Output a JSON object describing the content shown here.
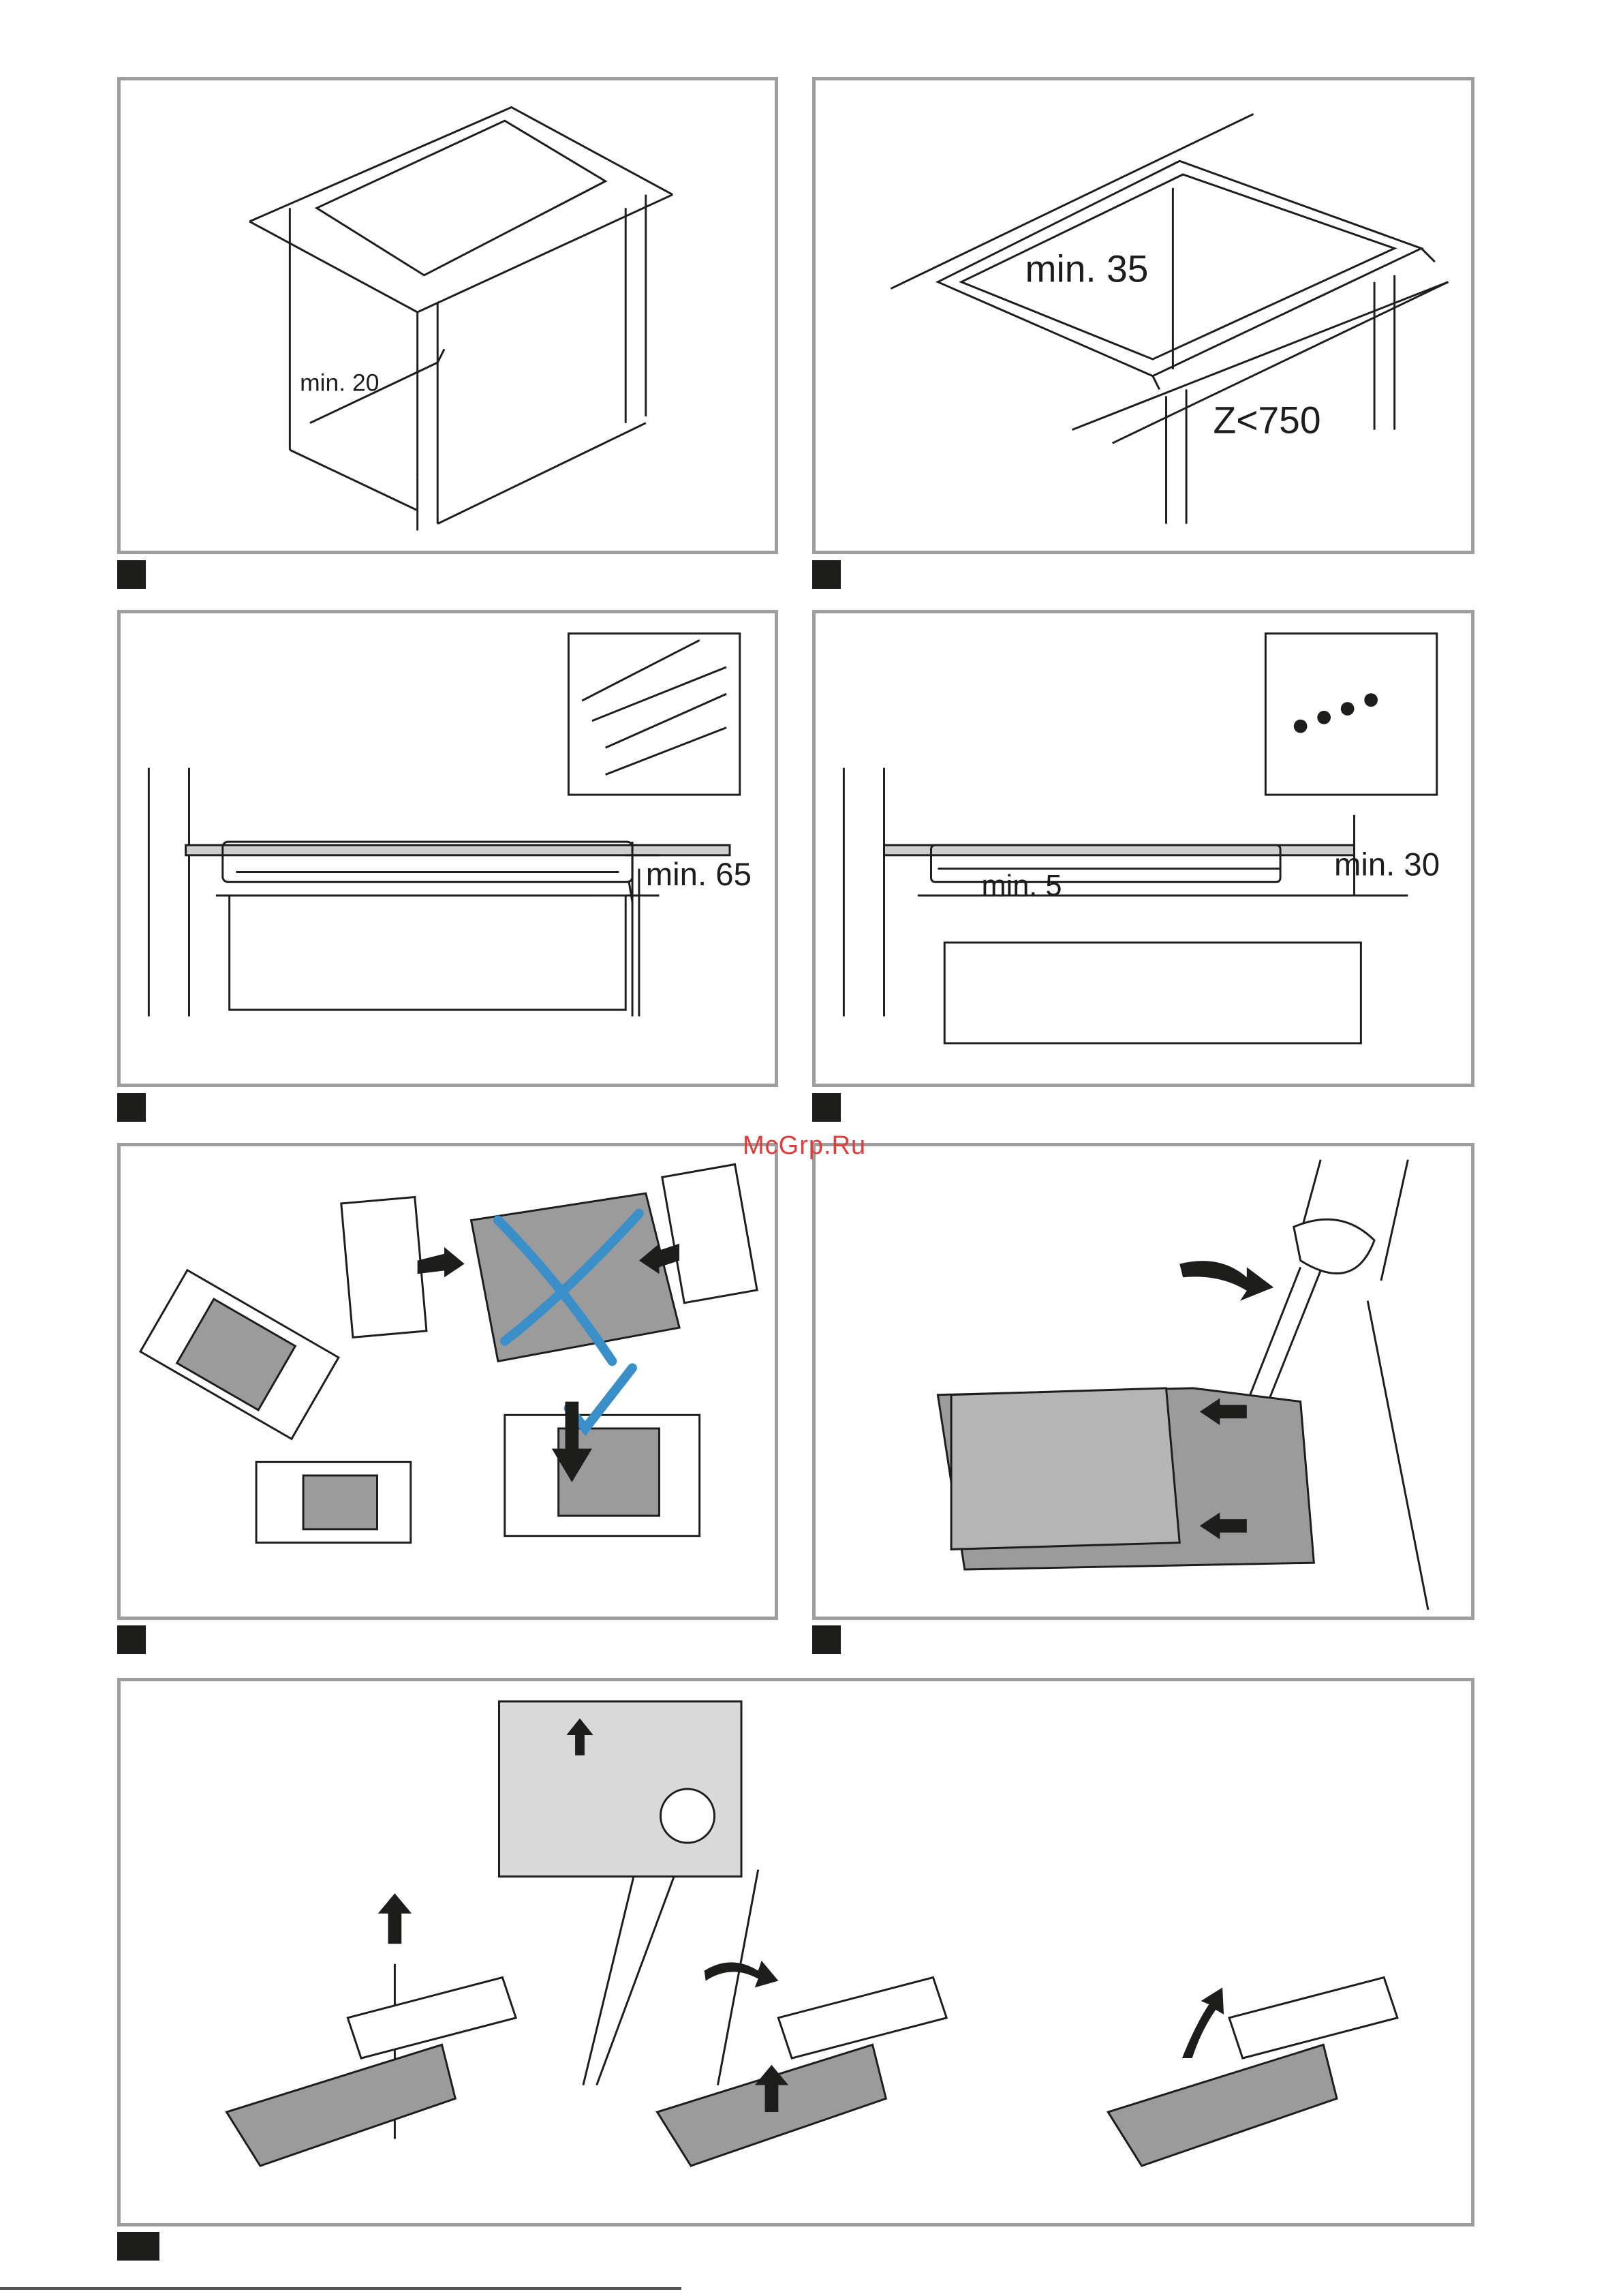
{
  "watermark": "McGrp.Ru",
  "panels": {
    "p1": {
      "label_min": "min. 20"
    },
    "p2": {
      "label_min": "min. 35",
      "label_z": "Z<750"
    },
    "p3": {
      "label_min": "min. 65"
    },
    "p4": {
      "label_min_top": "min. 30",
      "label_min_gap": "min. 5"
    },
    "p5": {
      "ok_mark": "check",
      "wrong_mark": "cross"
    },
    "p6": {},
    "p7": {}
  },
  "colors": {
    "frame": "#9e9e9e",
    "line": "#1d1d1b",
    "accent": "#3a8fc9",
    "grey_fill": "#9b9b9b"
  }
}
